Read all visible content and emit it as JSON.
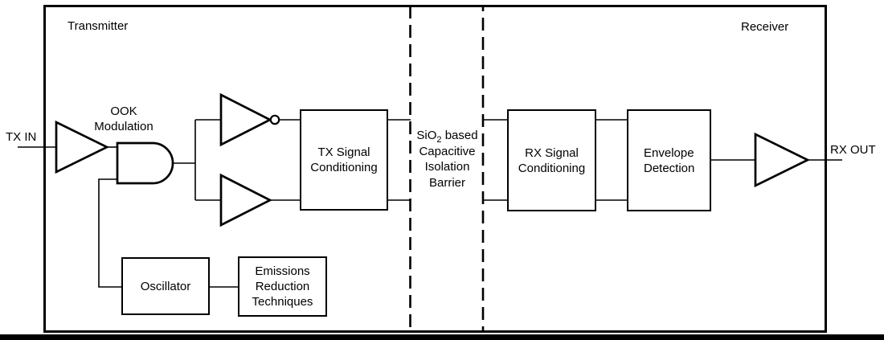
{
  "diagram": {
    "regions": {
      "transmitter": "Transmitter",
      "receiver": "Receiver"
    },
    "ports": {
      "tx_in": "TX IN",
      "rx_out": "RX OUT"
    },
    "annotations": {
      "ook_modulation": {
        "lines": [
          "OOK",
          "Modulation"
        ]
      },
      "barrier": {
        "line1_prefix": "SiO",
        "line1_sub": "2",
        "line1_suffix": " based",
        "line2": "Capacitive",
        "line3": "Isolation",
        "line4": "Barrier"
      }
    },
    "blocks": {
      "tx_signal_conditioning": {
        "lines": [
          "TX Signal",
          "Conditioning"
        ]
      },
      "rx_signal_conditioning": {
        "lines": [
          "RX Signal",
          "Conditioning"
        ]
      },
      "envelope_detection": {
        "lines": [
          "Envelope",
          "Detection"
        ]
      },
      "oscillator": {
        "lines": [
          "Oscillator"
        ]
      },
      "emissions_reduction": {
        "lines": [
          "Emissions",
          "Reduction",
          "Techniques"
        ]
      }
    },
    "colors": {
      "line": "#000000",
      "background": "#ffffff"
    }
  }
}
